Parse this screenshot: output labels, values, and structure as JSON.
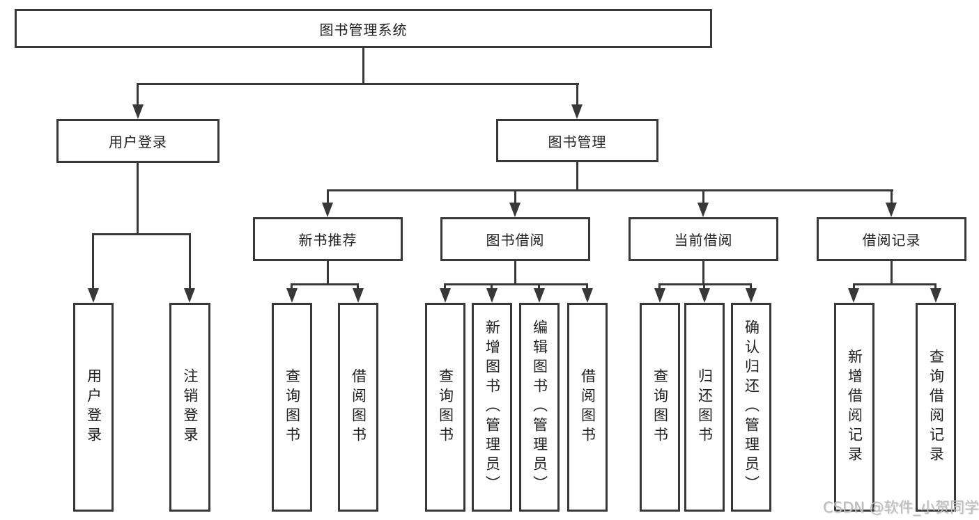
{
  "tree": {
    "root": {
      "label": "图书管理系统",
      "children": [
        {
          "label": "用户登录",
          "children": [
            {
              "label": "用户登录"
            },
            {
              "label": "注销登录"
            }
          ]
        },
        {
          "label": "图书管理",
          "children": [
            {
              "label": "新书推荐",
              "children": [
                {
                  "label": "查询图书"
                },
                {
                  "label": "借阅图书"
                }
              ]
            },
            {
              "label": "图书借阅",
              "children": [
                {
                  "label": "查询图书"
                },
                {
                  "label": "新增图书（管理员）"
                },
                {
                  "label": "编辑图书（管理员）"
                },
                {
                  "label": "借阅图书"
                }
              ]
            },
            {
              "label": "当前借阅",
              "children": [
                {
                  "label": "查询图书"
                },
                {
                  "label": "归还图书"
                },
                {
                  "label": "确认归还（管理员）"
                }
              ]
            },
            {
              "label": "借阅记录",
              "children": [
                {
                  "label": "新增借阅记录"
                },
                {
                  "label": "查询借阅记录"
                }
              ]
            }
          ]
        }
      ]
    }
  },
  "watermark": {
    "text": "CSDN @软件_小贺同学"
  },
  "colors": {
    "line": "#383838",
    "text": "#1f1f1f",
    "watermark": "#bcbcbc",
    "background": "#ffffff"
  }
}
